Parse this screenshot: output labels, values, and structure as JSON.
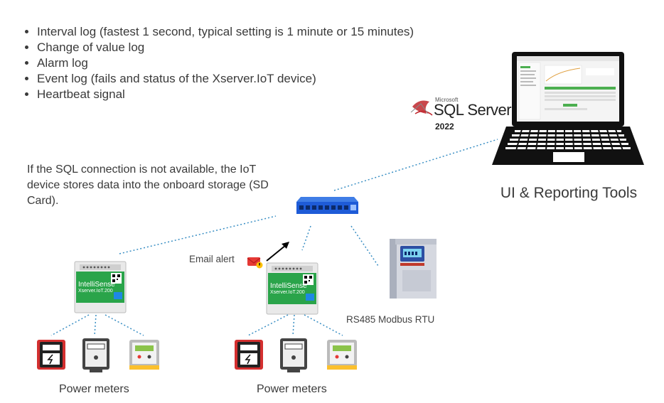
{
  "bullets": [
    "Interval log  (fastest 1 second, typical setting is 1 minute or 15 minutes)",
    "Change of value log",
    "Alarm log",
    "Event log (fails and status of the Xserver.IoT device)",
    "Heartbeat signal"
  ],
  "note": "If the SQL connection is not available, the IoT device stores data into the onboard storage (SD Card).",
  "sql": {
    "microsoft": "Microsoft",
    "name": "SQL Server",
    "year": "2022"
  },
  "ui_label": "UI & Reporting Tools",
  "email_alert": "Email alert",
  "rs485": "RS485 Modbus RTU",
  "device": {
    "brand": "IntelliSense",
    "model": "Xserver.IoT.200"
  },
  "power_meters_left": "Power meters",
  "power_meters_right": "Power meters",
  "colors": {
    "link": "#3a8fc4",
    "device_green": "#2aa44a",
    "switch_blue": "#1e5bd7",
    "sql_red": "#c0272d"
  },
  "icons": [
    "sql-server-logo",
    "laptop-icon",
    "network-switch-icon",
    "iot-gateway-icon",
    "email-alert-icon",
    "modbus-device-icon",
    "power-meter-icon"
  ]
}
